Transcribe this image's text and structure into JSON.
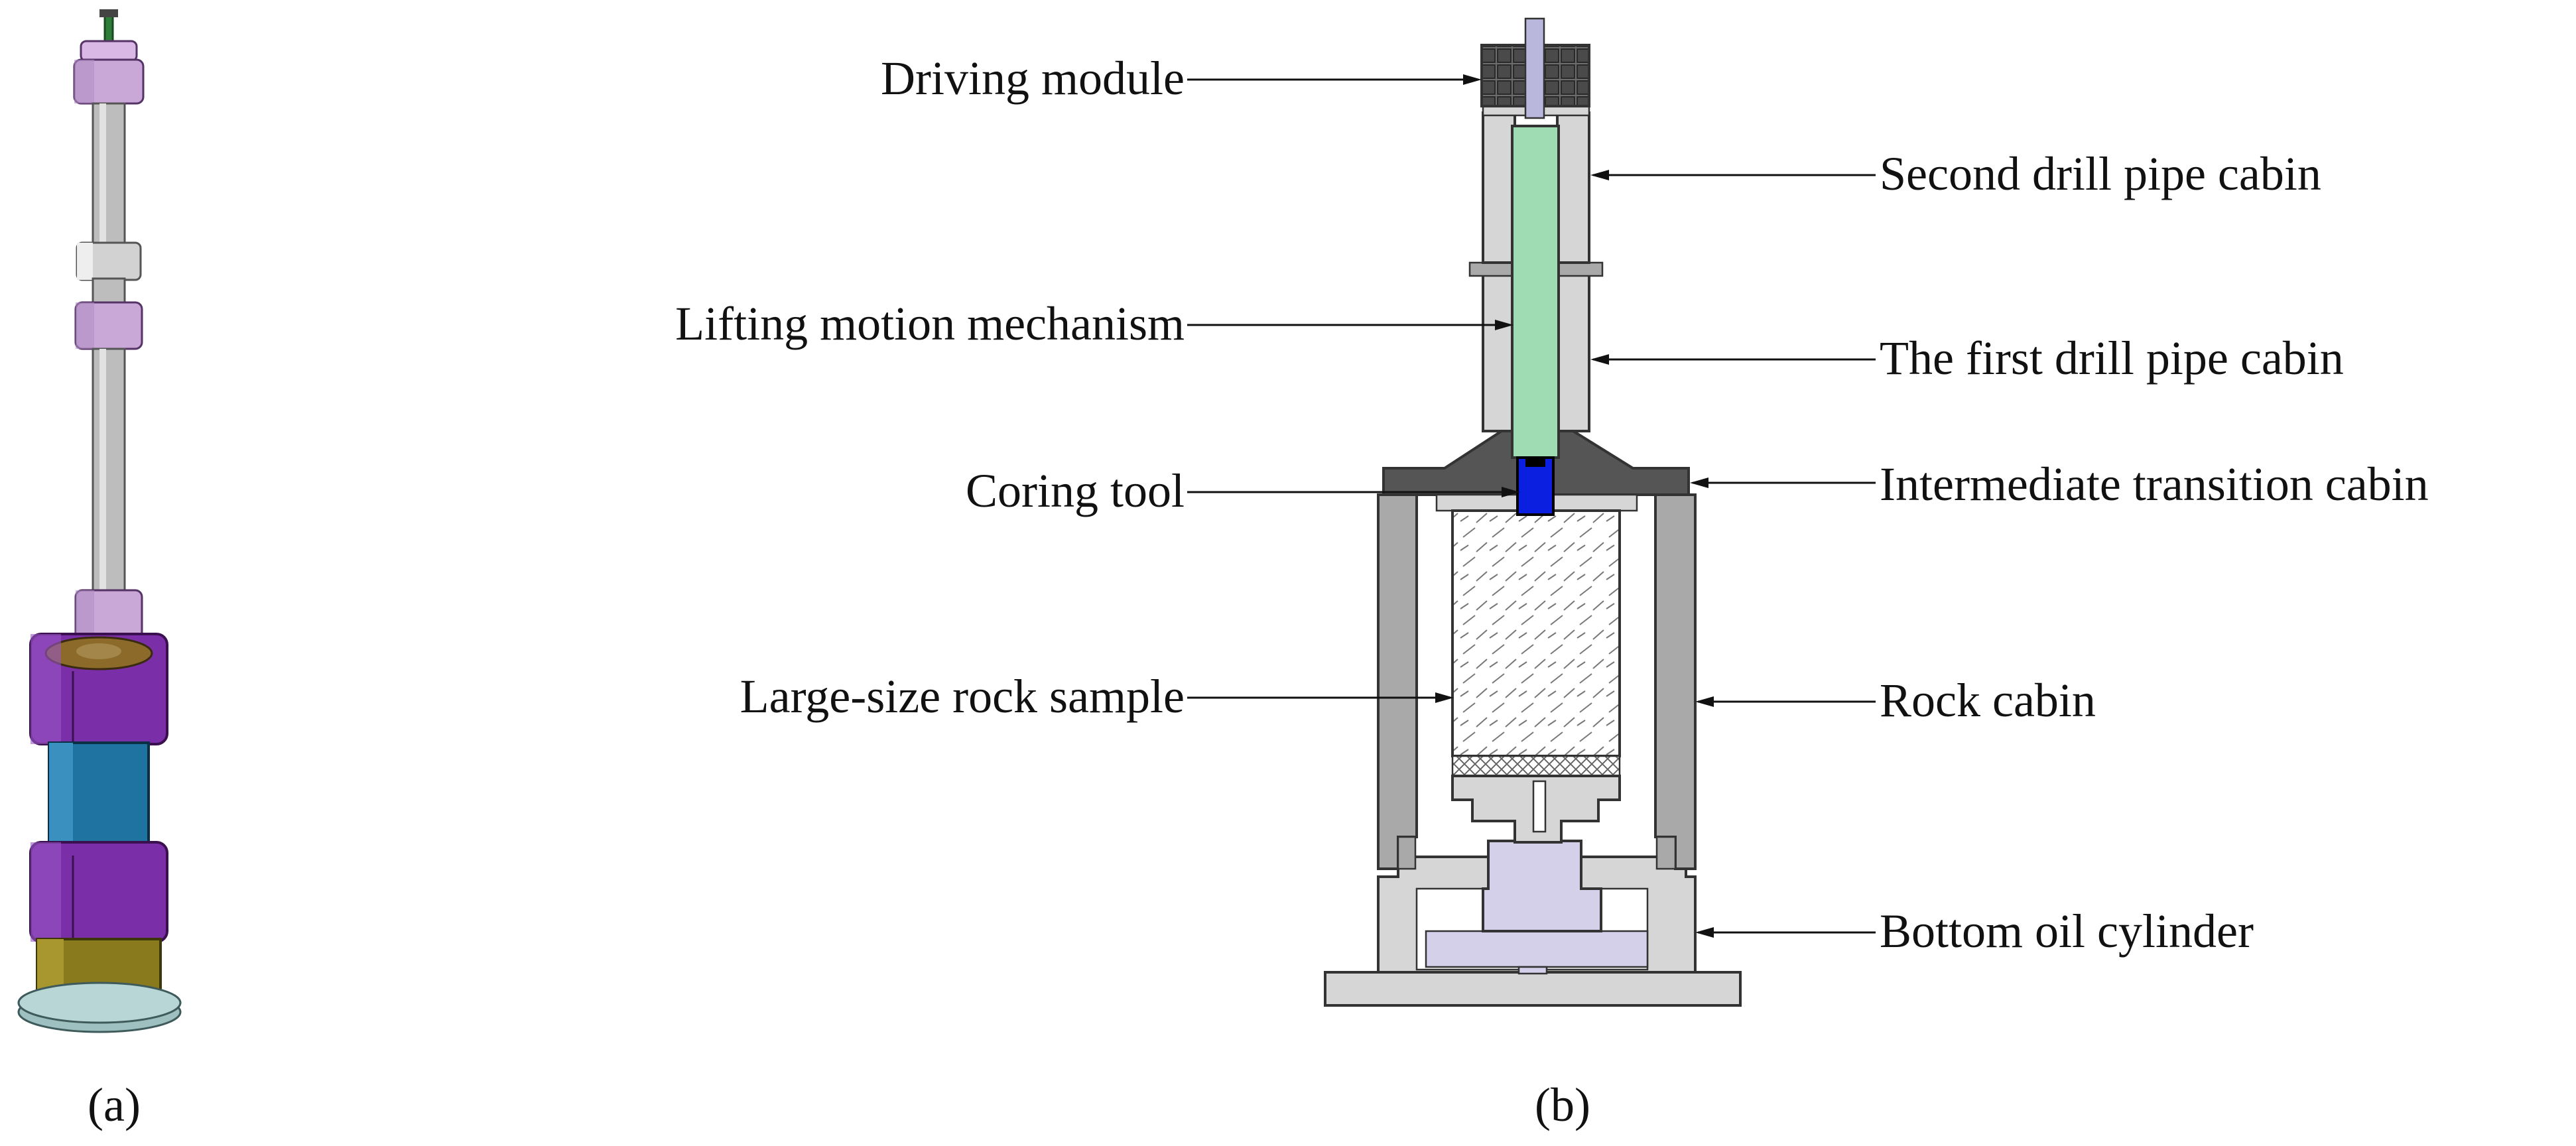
{
  "figure": {
    "panel_a_caption": "(a)",
    "panel_b_caption": "(b)",
    "labels": {
      "driving_module": "Driving module",
      "second_drill_pipe_cabin": "Second drill pipe cabin",
      "lifting_motion_mechanism": "Lifting motion mechanism",
      "first_drill_pipe_cabin": "The first drill pipe cabin",
      "coring_tool": "Coring tool",
      "intermediate_transition_cabin": "Intermediate transition cabin",
      "large_size_rock_sample": "Large-size rock sample",
      "rock_cabin": "Rock cabin",
      "bottom_oil_cylinder": "Bottom oil cylinder"
    },
    "colors": {
      "rod_gray": "#b8b8b8",
      "collar_lavender": "#c9a8d8",
      "cabin_purple": "#7a2fa8",
      "cabin_teal": "#1f73a0",
      "base_olive": "#8a7a1e",
      "base_plate": "#b9d6d6",
      "inner_green": "#9fdcb4",
      "coring_blue": "#0a1fe0",
      "piston_lavender": "#d4d0ea",
      "light_gray": "#d6d6d6",
      "mid_gray": "#a9a9a9",
      "dark_gray": "#555555"
    }
  }
}
